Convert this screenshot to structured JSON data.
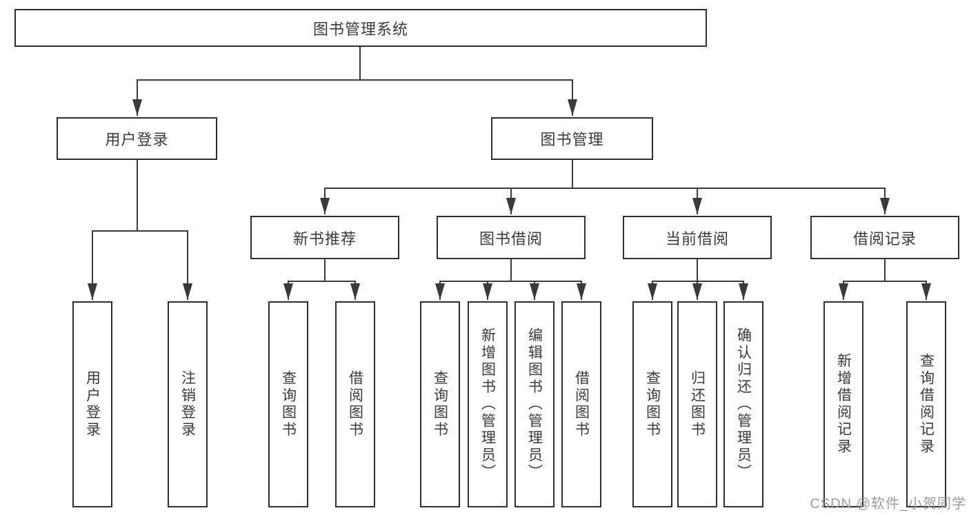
{
  "diagram_type": "hierarchy-tree",
  "root": {
    "label": "图书管理系统"
  },
  "level2": [
    {
      "label": "用户登录",
      "parent": "图书管理系统"
    },
    {
      "label": "图书管理",
      "parent": "图书管理系统"
    }
  ],
  "level3": [
    {
      "label": "新书推荐",
      "parent": "图书管理"
    },
    {
      "label": "图书借阅",
      "parent": "图书管理"
    },
    {
      "label": "当前借阅",
      "parent": "图书管理"
    },
    {
      "label": "借阅记录",
      "parent": "图书管理"
    }
  ],
  "level4": [
    {
      "label": "用户登录",
      "parent": "用户登录"
    },
    {
      "label": "注销登录",
      "parent": "用户登录"
    },
    {
      "label": "查询图书",
      "parent": "新书推荐"
    },
    {
      "label": "借阅图书",
      "parent": "新书推荐"
    },
    {
      "label": "查询图书",
      "parent": "图书借阅"
    },
    {
      "label": "新增图书（管理员）",
      "parent": "图书借阅"
    },
    {
      "label": "编辑图书（管理员）",
      "parent": "图书借阅"
    },
    {
      "label": "借阅图书",
      "parent": "图书借阅"
    },
    {
      "label": "查询图书",
      "parent": "当前借阅"
    },
    {
      "label": "归还图书",
      "parent": "当前借阅"
    },
    {
      "label": "确认归还（管理员）",
      "parent": "当前借阅"
    },
    {
      "label": "新增借阅记录",
      "parent": "借阅记录"
    },
    {
      "label": "查询借阅记录",
      "parent": "借阅记录"
    }
  ],
  "watermark": {
    "text": "CSDN @软件_小贺同学"
  },
  "colors": {
    "line": "#3a3a3a",
    "box_border": "#2e2e2e",
    "text": "#3a3a3a",
    "watermark": "#9c9c9c",
    "background": "#ffffff"
  }
}
